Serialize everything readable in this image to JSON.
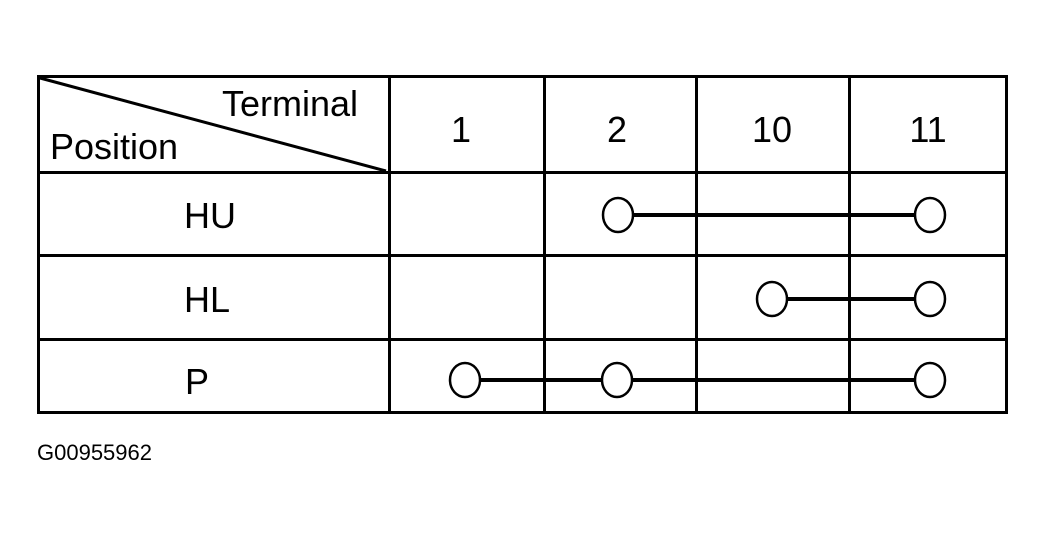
{
  "header": {
    "corner_top_label": "Terminal",
    "corner_bottom_label": "Position",
    "terminals": [
      "1",
      "2",
      "10",
      "11"
    ]
  },
  "rows": [
    {
      "position": "HU",
      "connected_terminals": [
        "2",
        "11"
      ]
    },
    {
      "position": "HL",
      "connected_terminals": [
        "10",
        "11"
      ]
    },
    {
      "position": "P",
      "connected_terminals": [
        "1",
        "2",
        "11"
      ]
    }
  ],
  "figure_code": "G00955962",
  "colors": {
    "line": "#000000",
    "background": "#ffffff"
  }
}
